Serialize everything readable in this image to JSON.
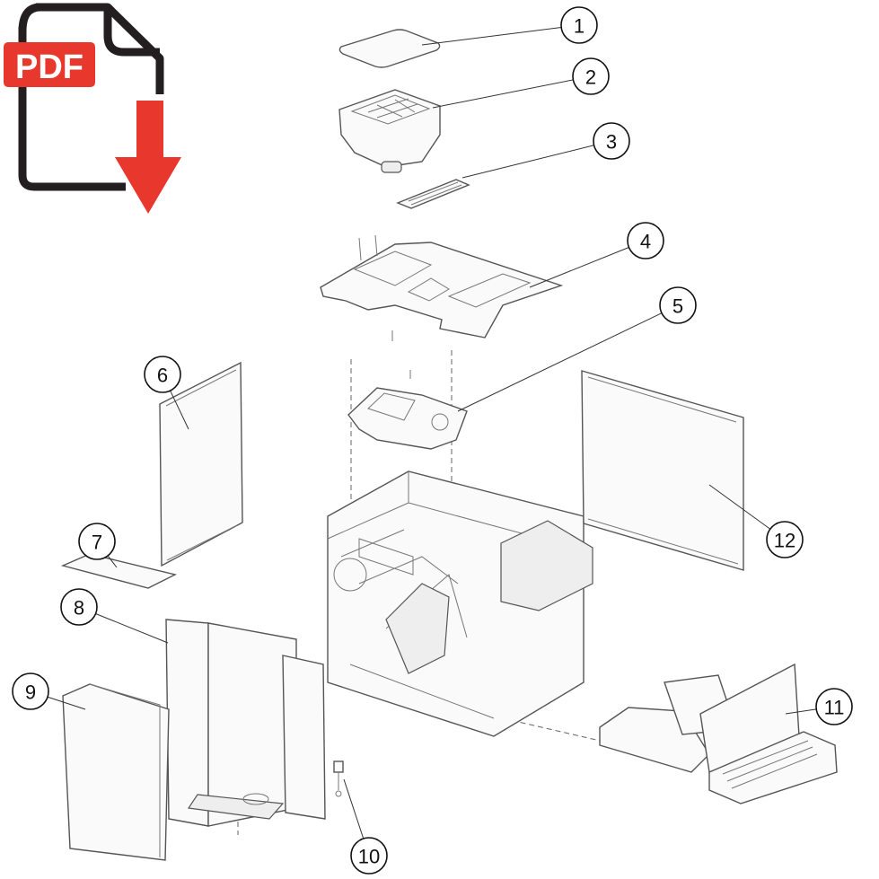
{
  "title": "Exploded parts diagram",
  "pdf_icon": {
    "label": "PDF",
    "accent_color": "#e8372c",
    "outline_color": "#231f20"
  },
  "callouts": [
    {
      "label": "1"
    },
    {
      "label": "2"
    },
    {
      "label": "3"
    },
    {
      "label": "4"
    },
    {
      "label": "5"
    },
    {
      "label": "6"
    },
    {
      "label": "7"
    },
    {
      "label": "8"
    },
    {
      "label": "9"
    },
    {
      "label": "10"
    },
    {
      "label": "11"
    },
    {
      "label": "12"
    }
  ]
}
